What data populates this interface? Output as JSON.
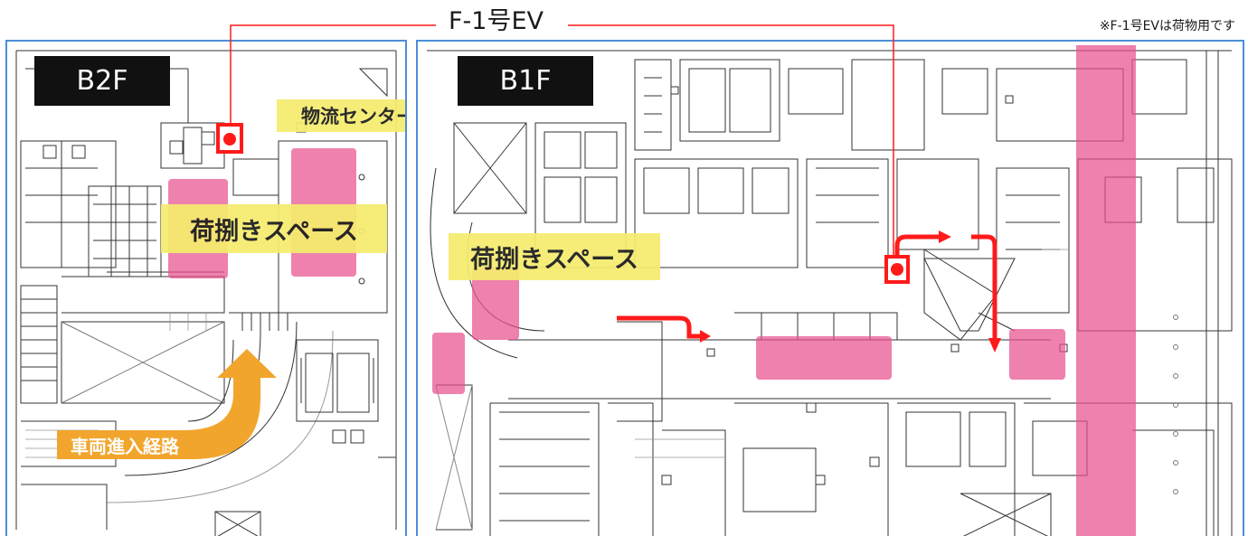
{
  "header": {
    "elevator_title": "F-1号EV",
    "note": "※F-1号EVは荷物用です"
  },
  "floors": {
    "b2": {
      "label": "B2F",
      "logistics_center": "物流センター",
      "unloading_space": "荷捌きスペース",
      "vehicle_route": "車両進入経路"
    },
    "b1": {
      "label": "B1F",
      "unloading_space": "荷捌きスペース"
    }
  },
  "colors": {
    "highlight_pink": "#e8508f",
    "callout_yellow": "#f5ec6e",
    "route_red": "#ff1a1a",
    "route_orange": "#f2a52c",
    "panel_border": "#4a8fd6",
    "floor_label_bg": "#111111"
  },
  "icons": {
    "elevator_marker": "red-square-dot-icon",
    "route_arrow": "arrow-icon"
  }
}
